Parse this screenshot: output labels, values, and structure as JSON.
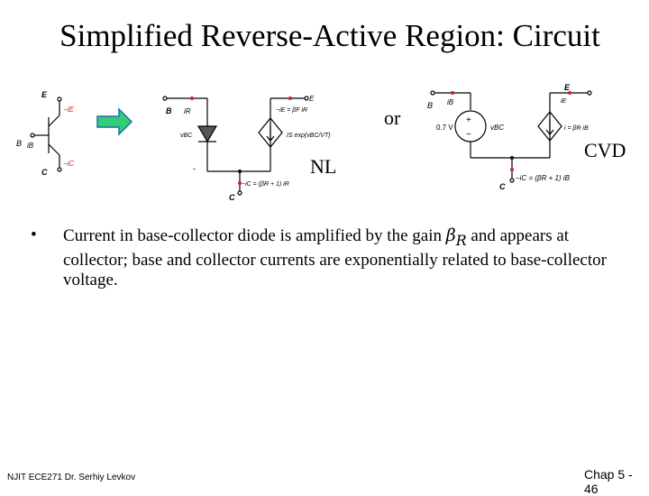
{
  "slide": {
    "title": "Simplified Reverse-Active Region: Circuit",
    "label_or": "or",
    "label_nl": "NL",
    "label_cvd": "CVD",
    "bullet": {
      "before": "Current in base-collector diode is amplified by the gain ",
      "beta": "β",
      "sub": "R",
      "after": " and appears at collector; base and collector currents are exponentially related to base-collector voltage."
    },
    "footer_left": "NJIT  ECE271  Dr. Serhiy Levkov",
    "footer_right": "Chap 5 - 46"
  },
  "diagram": {
    "transistor": {
      "E": "E",
      "iE": "−iE",
      "B": "B",
      "iB": "iB",
      "C": "C",
      "iC": "−iC"
    },
    "nl_circuit": {
      "B": "B",
      "iR": "iR",
      "vBC": "vBC",
      "minus": "-",
      "E": "E",
      "top_current": "−iE = βF iR",
      "source": "IS exp(vBC/VT)",
      "C": "C",
      "bottom_current": "−iC = (βR + 1) iR"
    },
    "cvd_circuit": {
      "B": "B",
      "iB": "iB",
      "plus": "+",
      "minus": "−",
      "voltage": "0.7 V",
      "vBC": "vBC",
      "E": "E",
      "top_current": "iE",
      "source": "i = βR iB",
      "C": "C",
      "bottom_current": "−iC = (βR + 1) iB"
    },
    "colors": {
      "arrow_fill": "#33cc77",
      "arrow_stroke": "#1f6fb0",
      "dot_red": "#cc2222"
    }
  }
}
